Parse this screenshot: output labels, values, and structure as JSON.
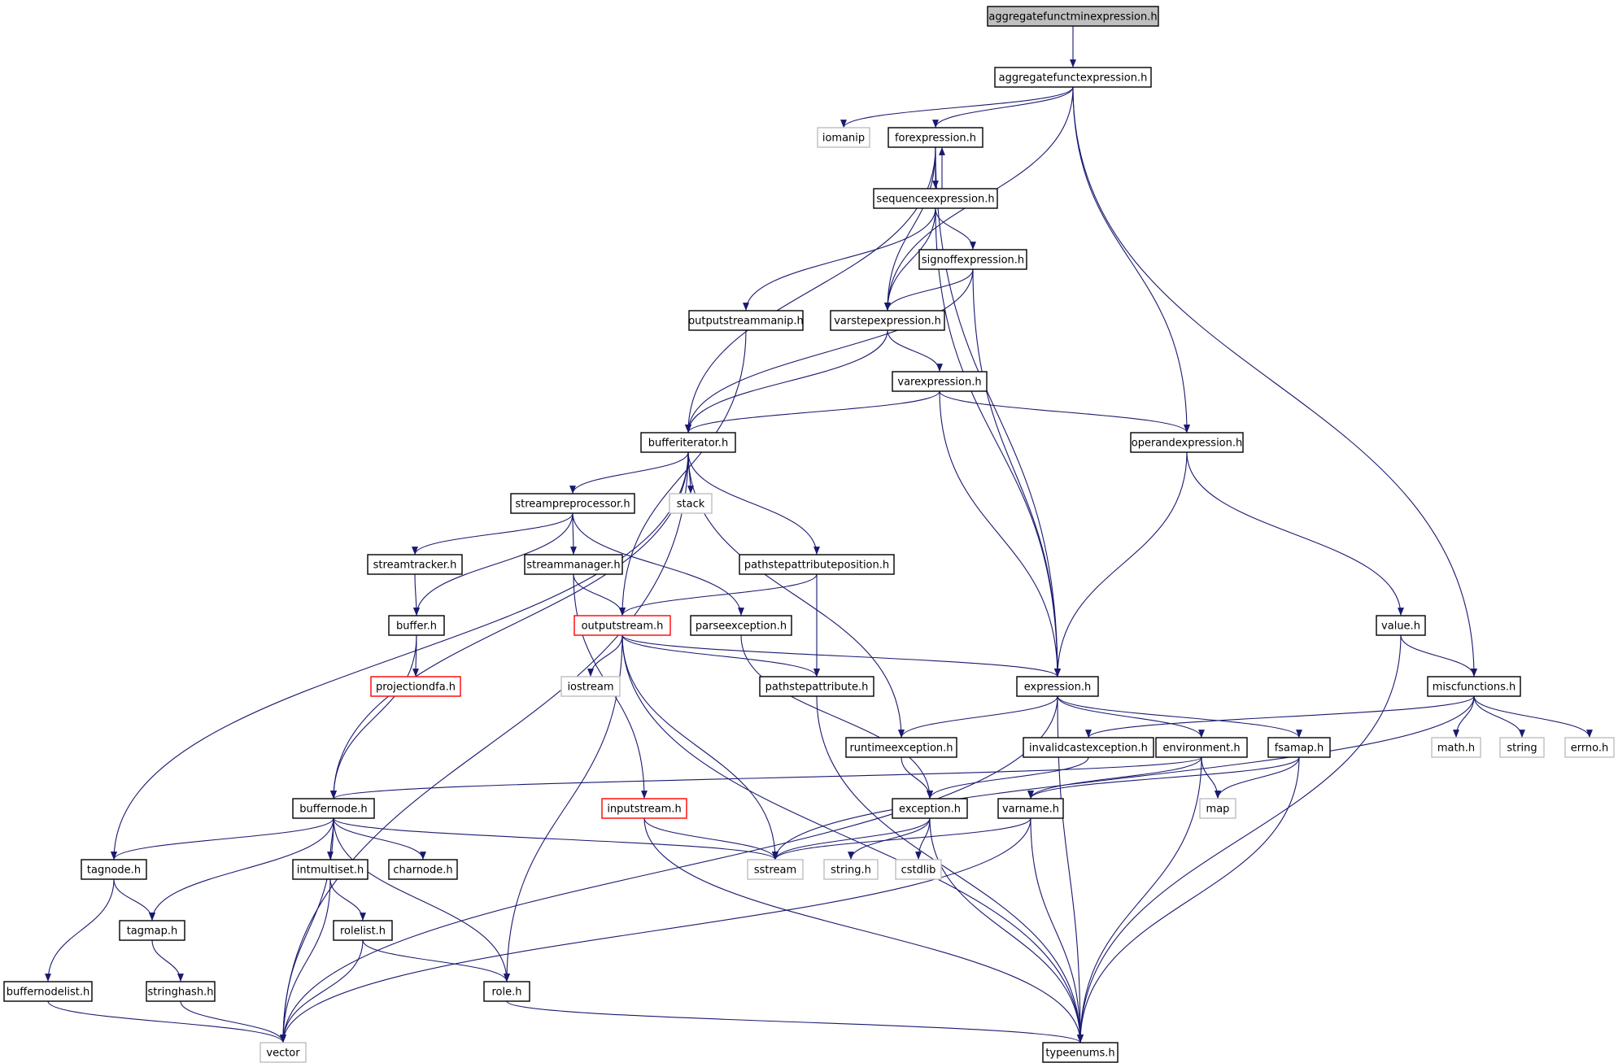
{
  "colors": {
    "edge": "#191970",
    "node_border": "#000000",
    "external_border": "#bfbfbf",
    "truncated_border": "#ff0000",
    "root_fill": "#bfbfbf"
  },
  "nodes": [
    {
      "id": "aggregatefunctminexpression",
      "label": "aggregatefunctminexpression.h",
      "kind": "root"
    },
    {
      "id": "aggregatefunctexpression",
      "label": "aggregatefunctexpression.h",
      "kind": "file"
    },
    {
      "id": "iomanip",
      "label": "iomanip",
      "kind": "external"
    },
    {
      "id": "forexpression",
      "label": "forexpression.h",
      "kind": "file"
    },
    {
      "id": "sequenceexpression",
      "label": "sequenceexpression.h",
      "kind": "file"
    },
    {
      "id": "signoffexpression",
      "label": "signoffexpression.h",
      "kind": "file"
    },
    {
      "id": "outputstreammanip",
      "label": "outputstreammanip.h",
      "kind": "file"
    },
    {
      "id": "varstepexpression",
      "label": "varstepexpression.h",
      "kind": "file"
    },
    {
      "id": "varexpression",
      "label": "varexpression.h",
      "kind": "file"
    },
    {
      "id": "bufferiterator",
      "label": "bufferiterator.h",
      "kind": "file"
    },
    {
      "id": "operandexpression",
      "label": "operandexpression.h",
      "kind": "file"
    },
    {
      "id": "streampreprocessor",
      "label": "streampreprocessor.h",
      "kind": "file"
    },
    {
      "id": "stack",
      "label": "stack",
      "kind": "external"
    },
    {
      "id": "streamtracker",
      "label": "streamtracker.h",
      "kind": "file"
    },
    {
      "id": "streammanager",
      "label": "streammanager.h",
      "kind": "file"
    },
    {
      "id": "pathstepattributeposition",
      "label": "pathstepattributeposition.h",
      "kind": "file"
    },
    {
      "id": "buffer",
      "label": "buffer.h",
      "kind": "file"
    },
    {
      "id": "outputstream",
      "label": "outputstream.h",
      "kind": "truncated"
    },
    {
      "id": "parseexception",
      "label": "parseexception.h",
      "kind": "file"
    },
    {
      "id": "value",
      "label": "value.h",
      "kind": "file"
    },
    {
      "id": "projectiondfa",
      "label": "projectiondfa.h",
      "kind": "truncated"
    },
    {
      "id": "iostream",
      "label": "iostream",
      "kind": "external"
    },
    {
      "id": "pathstepattribute",
      "label": "pathstepattribute.h",
      "kind": "file"
    },
    {
      "id": "expression",
      "label": "expression.h",
      "kind": "file"
    },
    {
      "id": "miscfunctions",
      "label": "miscfunctions.h",
      "kind": "file"
    },
    {
      "id": "runtimeexception",
      "label": "runtimeexception.h",
      "kind": "file"
    },
    {
      "id": "invalidcastexception",
      "label": "invalidcastexception.h",
      "kind": "file"
    },
    {
      "id": "environment",
      "label": "environment.h",
      "kind": "file"
    },
    {
      "id": "fsamap",
      "label": "fsamap.h",
      "kind": "file"
    },
    {
      "id": "mathh",
      "label": "math.h",
      "kind": "external"
    },
    {
      "id": "string",
      "label": "string",
      "kind": "external"
    },
    {
      "id": "errnoh",
      "label": "errno.h",
      "kind": "external"
    },
    {
      "id": "buffernode",
      "label": "buffernode.h",
      "kind": "file"
    },
    {
      "id": "inputstream",
      "label": "inputstream.h",
      "kind": "truncated"
    },
    {
      "id": "exception",
      "label": "exception.h",
      "kind": "file"
    },
    {
      "id": "varname",
      "label": "varname.h",
      "kind": "file"
    },
    {
      "id": "map",
      "label": "map",
      "kind": "external"
    },
    {
      "id": "tagnode",
      "label": "tagnode.h",
      "kind": "file"
    },
    {
      "id": "intmultiset",
      "label": "intmultiset.h",
      "kind": "file"
    },
    {
      "id": "charnode",
      "label": "charnode.h",
      "kind": "file"
    },
    {
      "id": "sstream",
      "label": "sstream",
      "kind": "external"
    },
    {
      "id": "stringh",
      "label": "string.h",
      "kind": "external"
    },
    {
      "id": "cstdlib",
      "label": "cstdlib",
      "kind": "external"
    },
    {
      "id": "tagmap",
      "label": "tagmap.h",
      "kind": "file"
    },
    {
      "id": "rolelist",
      "label": "rolelist.h",
      "kind": "file"
    },
    {
      "id": "buffernodelist",
      "label": "buffernodelist.h",
      "kind": "file"
    },
    {
      "id": "stringhash",
      "label": "stringhash.h",
      "kind": "file"
    },
    {
      "id": "role",
      "label": "role.h",
      "kind": "file"
    },
    {
      "id": "vector",
      "label": "vector",
      "kind": "external"
    },
    {
      "id": "typeenums",
      "label": "typeenums.h",
      "kind": "file"
    }
  ],
  "edges": [
    [
      "aggregatefunctminexpression",
      "aggregatefunctexpression"
    ],
    [
      "aggregatefunctexpression",
      "iomanip"
    ],
    [
      "aggregatefunctexpression",
      "forexpression"
    ],
    [
      "aggregatefunctexpression",
      "varstepexpression"
    ],
    [
      "aggregatefunctexpression",
      "operandexpression"
    ],
    [
      "aggregatefunctexpression",
      "miscfunctions"
    ],
    [
      "forexpression",
      "sequenceexpression"
    ],
    [
      "forexpression",
      "varstepexpression"
    ],
    [
      "forexpression",
      "bufferiterator"
    ],
    [
      "forexpression",
      "expression"
    ],
    [
      "sequenceexpression",
      "forexpression"
    ],
    [
      "sequenceexpression",
      "signoffexpression"
    ],
    [
      "sequenceexpression",
      "outputstreammanip"
    ],
    [
      "sequenceexpression",
      "varstepexpression"
    ],
    [
      "sequenceexpression",
      "expression"
    ],
    [
      "signoffexpression",
      "varstepexpression"
    ],
    [
      "signoffexpression",
      "bufferiterator"
    ],
    [
      "signoffexpression",
      "expression"
    ],
    [
      "outputstreammanip",
      "outputstream"
    ],
    [
      "varstepexpression",
      "varexpression"
    ],
    [
      "varstepexpression",
      "bufferiterator"
    ],
    [
      "varexpression",
      "bufferiterator"
    ],
    [
      "varexpression",
      "operandexpression"
    ],
    [
      "varexpression",
      "expression"
    ],
    [
      "operandexpression",
      "expression"
    ],
    [
      "operandexpression",
      "value"
    ],
    [
      "bufferiterator",
      "streampreprocessor"
    ],
    [
      "bufferiterator",
      "stack"
    ],
    [
      "bufferiterator",
      "pathstepattributeposition"
    ],
    [
      "bufferiterator",
      "runtimeexception"
    ],
    [
      "bufferiterator",
      "buffernode"
    ],
    [
      "bufferiterator",
      "tagnode"
    ],
    [
      "bufferiterator",
      "vector"
    ],
    [
      "streampreprocessor",
      "streamtracker"
    ],
    [
      "streampreprocessor",
      "streammanager"
    ],
    [
      "streampreprocessor",
      "buffer"
    ],
    [
      "streampreprocessor",
      "parseexception"
    ],
    [
      "streamtracker",
      "buffer"
    ],
    [
      "streammanager",
      "outputstream"
    ],
    [
      "streammanager",
      "inputstream"
    ],
    [
      "pathstepattributeposition",
      "outputstream"
    ],
    [
      "pathstepattributeposition",
      "pathstepattribute"
    ],
    [
      "buffer",
      "projectiondfa"
    ],
    [
      "buffer",
      "buffernode"
    ],
    [
      "outputstream",
      "iostream"
    ],
    [
      "outputstream",
      "pathstepattribute"
    ],
    [
      "outputstream",
      "expression"
    ],
    [
      "outputstream",
      "sstream"
    ],
    [
      "outputstream",
      "typeenums"
    ],
    [
      "outputstream",
      "role"
    ],
    [
      "parseexception",
      "exception"
    ],
    [
      "pathstepattribute",
      "typeenums"
    ],
    [
      "value",
      "miscfunctions"
    ],
    [
      "value",
      "typeenums"
    ],
    [
      "expression",
      "runtimeexception"
    ],
    [
      "expression",
      "environment"
    ],
    [
      "expression",
      "fsamap"
    ],
    [
      "expression",
      "typeenums"
    ],
    [
      "expression",
      "vector"
    ],
    [
      "miscfunctions",
      "invalidcastexception"
    ],
    [
      "miscfunctions",
      "mathh"
    ],
    [
      "miscfunctions",
      "string"
    ],
    [
      "miscfunctions",
      "errnoh"
    ],
    [
      "miscfunctions",
      "sstream"
    ],
    [
      "runtimeexception",
      "exception"
    ],
    [
      "invalidcastexception",
      "exception"
    ],
    [
      "environment",
      "varname"
    ],
    [
      "environment",
      "map"
    ],
    [
      "environment",
      "typeenums"
    ],
    [
      "environment",
      "buffernode"
    ],
    [
      "fsamap",
      "varname"
    ],
    [
      "fsamap",
      "map"
    ],
    [
      "fsamap",
      "typeenums"
    ],
    [
      "inputstream",
      "sstream"
    ],
    [
      "inputstream",
      "typeenums"
    ],
    [
      "exception",
      "sstream"
    ],
    [
      "exception",
      "stringh"
    ],
    [
      "exception",
      "cstdlib"
    ],
    [
      "exception",
      "typeenums"
    ],
    [
      "varname",
      "sstream"
    ],
    [
      "varname",
      "typeenums"
    ],
    [
      "varname",
      "vector"
    ],
    [
      "buffernode",
      "tagnode"
    ],
    [
      "buffernode",
      "intmultiset"
    ],
    [
      "buffernode",
      "charnode"
    ],
    [
      "buffernode",
      "sstream"
    ],
    [
      "buffernode",
      "tagmap"
    ],
    [
      "buffernode",
      "role"
    ],
    [
      "buffernode",
      "vector"
    ],
    [
      "tagnode",
      "tagmap"
    ],
    [
      "tagnode",
      "buffernodelist"
    ],
    [
      "intmultiset",
      "rolelist"
    ],
    [
      "intmultiset",
      "vector"
    ],
    [
      "rolelist",
      "role"
    ],
    [
      "rolelist",
      "vector"
    ],
    [
      "tagmap",
      "stringhash"
    ],
    [
      "buffernodelist",
      "vector"
    ],
    [
      "stringhash",
      "vector"
    ],
    [
      "role",
      "typeenums"
    ]
  ]
}
